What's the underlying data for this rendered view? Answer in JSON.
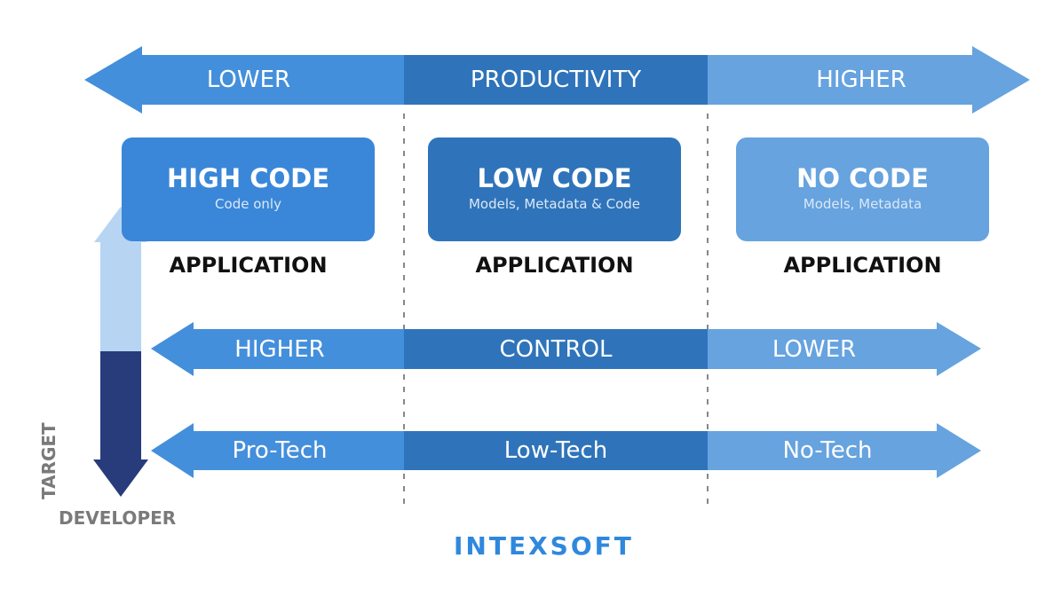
{
  "colors": {
    "left_blue": "#448fdb",
    "mid_blue": "#2f74ba",
    "right_blue": "#66a3df",
    "high_code_box": "#3a87d9",
    "low_code_box": "#2f74ba",
    "no_code_box": "#66a3df",
    "vertical_up": "#b7d5f3",
    "vertical_down": "#283c7c",
    "divider": "#888888",
    "logo": "#2f88dd"
  },
  "productivity_arrow": {
    "left_label": "LOWER",
    "center_label": "PRODUCTIVITY",
    "right_label": "HIGHER"
  },
  "boxes": [
    {
      "title": "HIGH CODE",
      "subtitle": "Code only",
      "caption": "APPLICATION"
    },
    {
      "title": "LOW CODE",
      "subtitle": "Models, Metadata & Code",
      "caption": "APPLICATION"
    },
    {
      "title": "NO CODE",
      "subtitle": "Models, Metadata",
      "caption": "APPLICATION"
    }
  ],
  "control_arrow": {
    "left_label": "HIGHER",
    "center_label": "CONTROL",
    "right_label": "LOWER"
  },
  "tech_arrow": {
    "left_label": "Pro-Tech",
    "center_label": "Low-Tech",
    "right_label": "No-Tech"
  },
  "vertical_axis": {
    "label_vertical": "TARGET",
    "label_horizontal": "DEVELOPER"
  },
  "logo": {
    "text": "INTEXSOFT"
  }
}
